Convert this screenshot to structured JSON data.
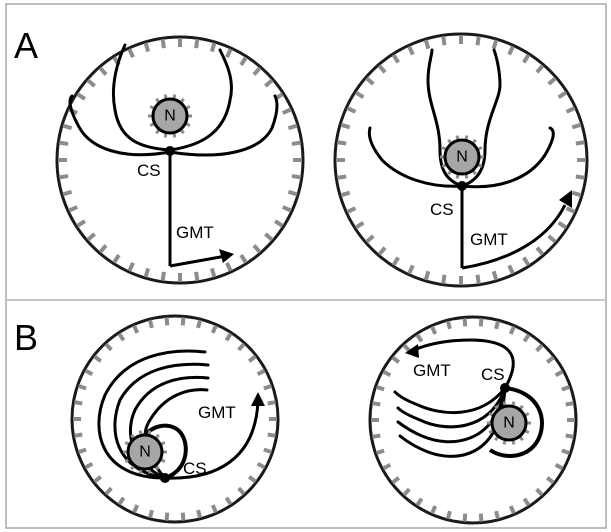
{
  "panels": [
    {
      "letter": "A"
    },
    {
      "letter": "B"
    }
  ],
  "labels": {
    "nucleus": "N",
    "centrosome": "CS",
    "gmt": "GMT"
  },
  "colors": {
    "frame": "#a9a9a9",
    "divider": "#c8c8c8",
    "cell_wall": "#1a1a1a",
    "spikes": "#8c8c8c",
    "nucleus_fill": "#a6a6a6",
    "stroke": "#000000"
  }
}
